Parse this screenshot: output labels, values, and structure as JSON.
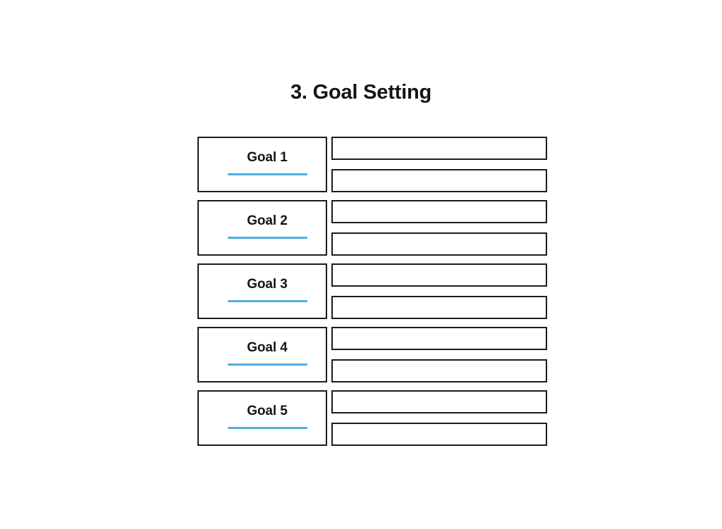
{
  "page": {
    "background_color": "#ffffff",
    "title": "3. Goal Setting"
  },
  "theme": {
    "border_color": "#1b1b1b",
    "accent_color": "#4FAEE3",
    "text_color": "#151515"
  },
  "worksheet": {
    "rows": [
      {
        "label": "Goal 1",
        "fields": [
          {
            "value": "",
            "placeholder": ""
          },
          {
            "value": "",
            "placeholder": ""
          }
        ]
      },
      {
        "label": "Goal 2",
        "fields": [
          {
            "value": "",
            "placeholder": ""
          },
          {
            "value": "",
            "placeholder": ""
          }
        ]
      },
      {
        "label": "Goal 3",
        "fields": [
          {
            "value": "",
            "placeholder": ""
          },
          {
            "value": "",
            "placeholder": ""
          }
        ]
      },
      {
        "label": "Goal 4",
        "fields": [
          {
            "value": "",
            "placeholder": ""
          },
          {
            "value": "",
            "placeholder": ""
          }
        ]
      },
      {
        "label": "Goal 5",
        "fields": [
          {
            "value": "",
            "placeholder": ""
          },
          {
            "value": "",
            "placeholder": ""
          }
        ]
      }
    ]
  }
}
